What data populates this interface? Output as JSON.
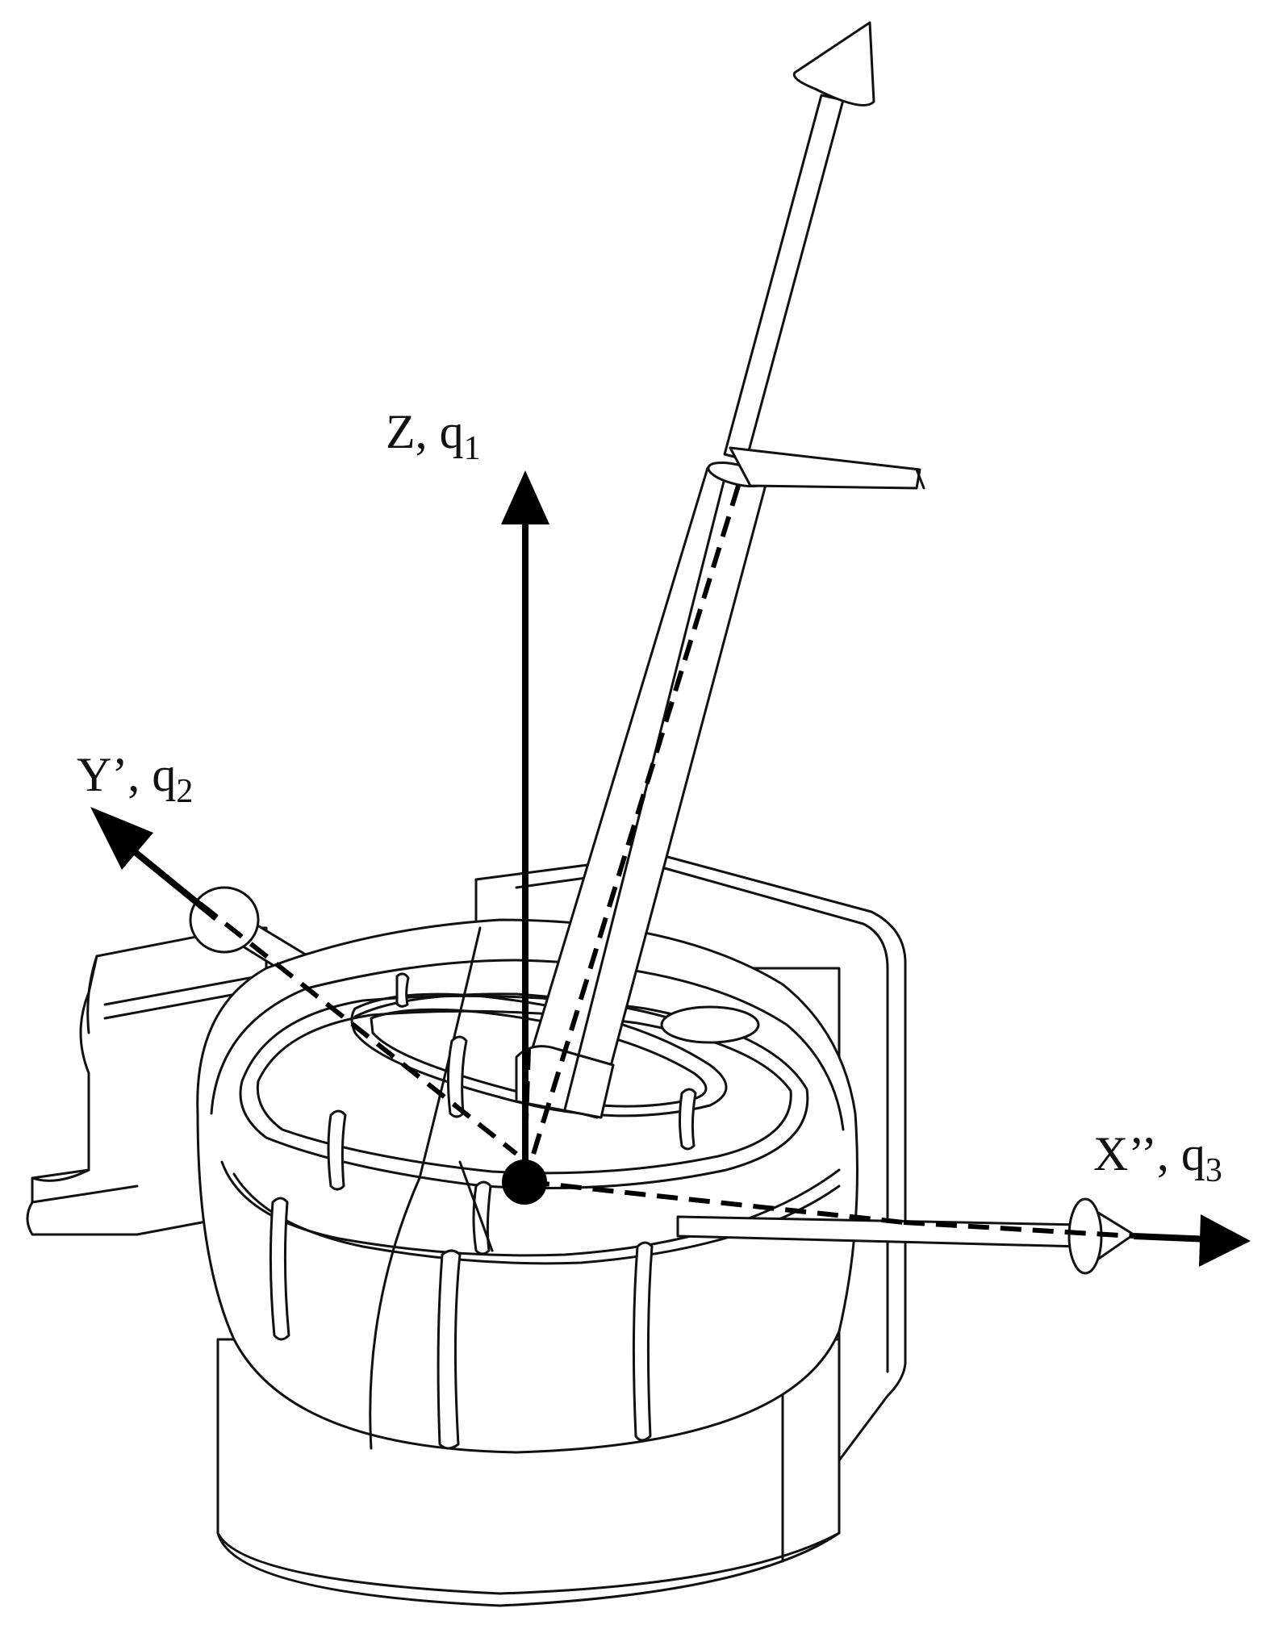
{
  "axes": {
    "z": {
      "name": "Z,",
      "param": "q",
      "index": "1"
    },
    "y": {
      "name": "Y’,",
      "param": "q",
      "index": "2"
    },
    "x": {
      "name": "X’’,",
      "param": "q",
      "index": "3"
    }
  }
}
